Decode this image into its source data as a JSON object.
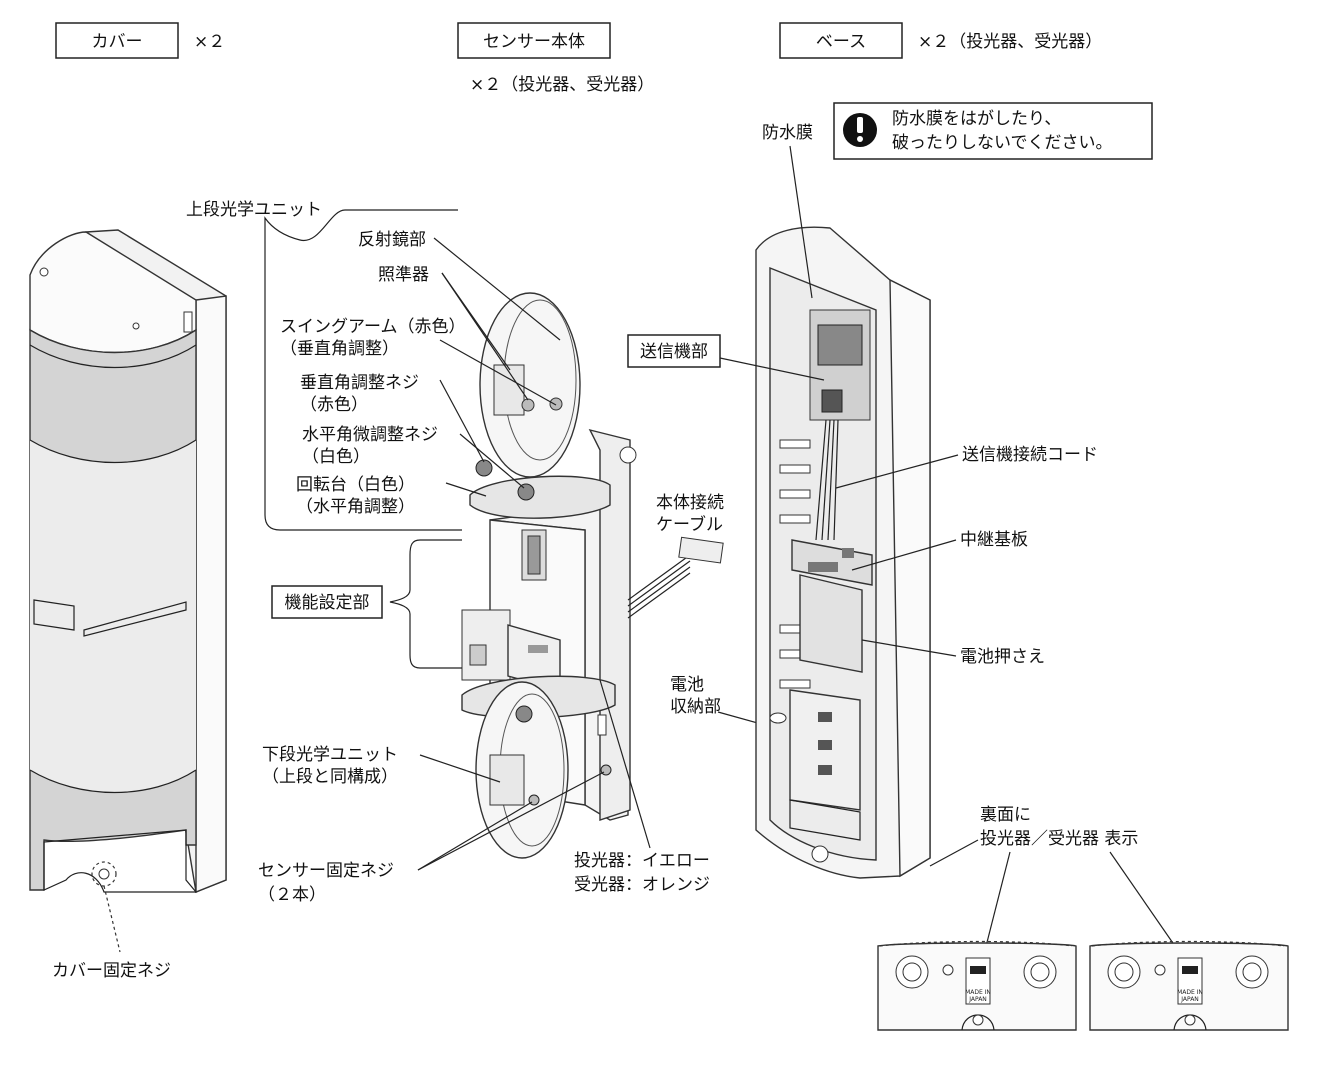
{
  "header": {
    "cover_label": "カバー",
    "cover_qty": "×２",
    "sensor_label": "センサー本体",
    "sensor_qty": "×２（投光器、受光器）",
    "base_label": "ベース",
    "base_qty": "×２（投光器、受光器）"
  },
  "sensor_labels": {
    "upper_unit": "上段光学ユニット",
    "reflector": "反射鏡部",
    "sight": "照準器",
    "swing_arm_1": "スイングアーム（赤色）",
    "swing_arm_2": "（垂直角調整）",
    "vscrew_1": "垂直角調整ネジ",
    "vscrew_2": "（赤色）",
    "hscrew_1": "水平角微調整ネジ",
    "hscrew_2": "（白色）",
    "turntable_1": "回転台（白色）",
    "turntable_2": "（水平角調整）",
    "function_setting": "機能設定部",
    "cable_1": "本体接続",
    "cable_2": "ケーブル",
    "lower_unit_1": "下段光学ユニット",
    "lower_unit_2": "（上段と同構成）",
    "fix_screw_1": "センサー固定ネジ",
    "fix_screw_2": "（２本）",
    "color_1": "投光器：イエロー",
    "color_2": "受光器：オレンジ",
    "battery_1": "電池",
    "battery_2": "収納部"
  },
  "cover_labels": {
    "fix_screw": "カバー固定ネジ"
  },
  "base_labels": {
    "membrane": "防水膜",
    "warning_1": "防水膜をはがしたり、",
    "warning_2": "破ったりしないでください。",
    "transmitter": "送信機部",
    "transmitter_cord": "送信機接続コード",
    "relay_board": "中継基板",
    "battery_holder": "電池押さえ",
    "back_1": "裏面に",
    "back_2": "投光器／受光器 表示"
  },
  "bottom_views": {
    "made_in_1": "MADE IN",
    "made_in_2": "JAPAN"
  },
  "icons": {
    "warning": "exclamation-circle-icon"
  }
}
